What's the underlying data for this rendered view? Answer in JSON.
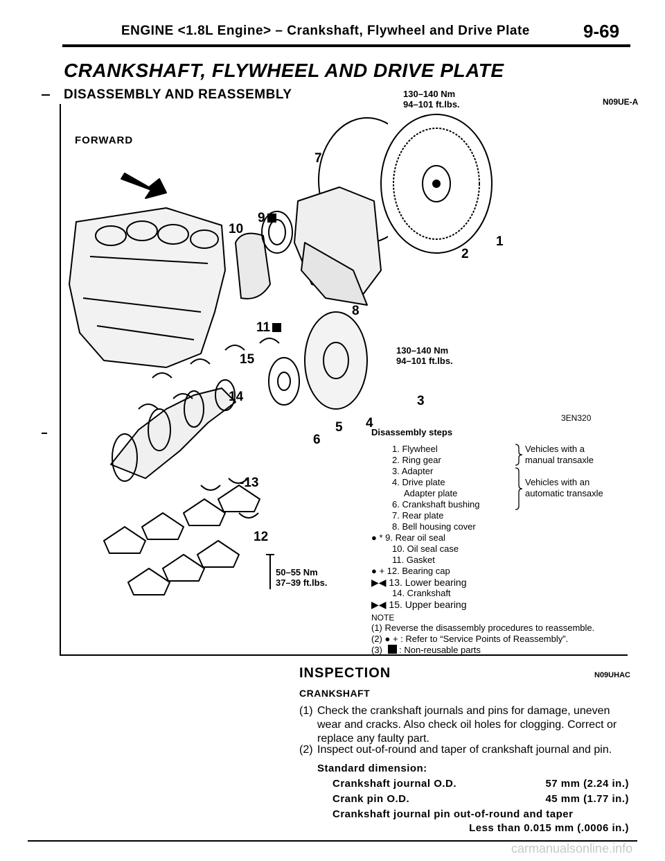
{
  "header": {
    "title": "ENGINE <1.8L Engine> – Crankshaft, Flywheel and Drive Plate",
    "page_number": "9-69"
  },
  "section": {
    "title": "CRANKSHAFT, FLYWHEEL AND DRIVE PLATE",
    "subtitle": "DISASSEMBLY AND REASSEMBLY",
    "ref_code": "N09UE-A"
  },
  "figure": {
    "forward_label": "FORWARD",
    "code": "3EN320",
    "torque_top": [
      "130–140 Nm",
      "94–101 ft.lbs."
    ],
    "torque_mid": [
      "130–140 Nm",
      "94–101 ft.lbs."
    ],
    "torque_bottom": [
      "50–55 Nm",
      "37–39 ft.lbs."
    ],
    "callouts": [
      "1",
      "2",
      "3",
      "4",
      "5",
      "6",
      "7",
      "8",
      "9",
      "10",
      "11",
      "12",
      "-13",
      "14",
      "15"
    ]
  },
  "disassembly": {
    "heading": "Disassembly steps",
    "steps": [
      "1. Flywheel",
      "2. Ring gear",
      "3. Adapter",
      "4. Drive plate",
      "Adapter plate",
      "6. Crankshaft bushing",
      "7. Rear plate",
      "8. Bell housing cover",
      "● *  9. Rear oil seal",
      "10. Oil seal case",
      "11. Gasket",
      "● +  12. Bearing cap",
      "▶◀ 13. Lower bearing",
      "14. Crankshaft",
      "▶◀ 15. Upper bearing"
    ],
    "group_manual": [
      "Vehicles with a",
      "manual transaxle"
    ],
    "group_auto": [
      "Vehicles with an",
      "automatic transaxle"
    ]
  },
  "notes": {
    "heading": "NOTE",
    "items": [
      "(1) Reverse the disassembly procedures to reassemble.",
      "(2) ● + : Refer to “Service Points of Reassembly”.",
      "(3)",
      ": Non-reusable parts"
    ]
  },
  "inspection": {
    "title": "INSPECTION",
    "ref_code": "N09UHAC",
    "subtitle": "CRANKSHAFT",
    "paragraphs": [
      {
        "num": "(1)",
        "text": "Check the crankshaft journals and pins for damage, uneven wear and cracks. Also check oil holes for clogging. Correct or replace any faulty part."
      },
      {
        "num": "(2)",
        "text": "Inspect out-of-round and taper of crankshaft journal and pin."
      }
    ],
    "standard_label": "Standard dimension:",
    "specs": [
      {
        "label": "Crankshaft journal O.D.",
        "value": "57 mm (2.24 in.)"
      },
      {
        "label": "Crank pin O.D.",
        "value": "45 mm (1.77 in.)"
      },
      {
        "label": "Crankshaft journal pin out-of-round and taper",
        "value": ""
      },
      {
        "label": "",
        "value": "Less than 0.015 mm (.0006 in.)"
      }
    ]
  },
  "footer": {
    "watermark": "carmanualsonline.info"
  }
}
